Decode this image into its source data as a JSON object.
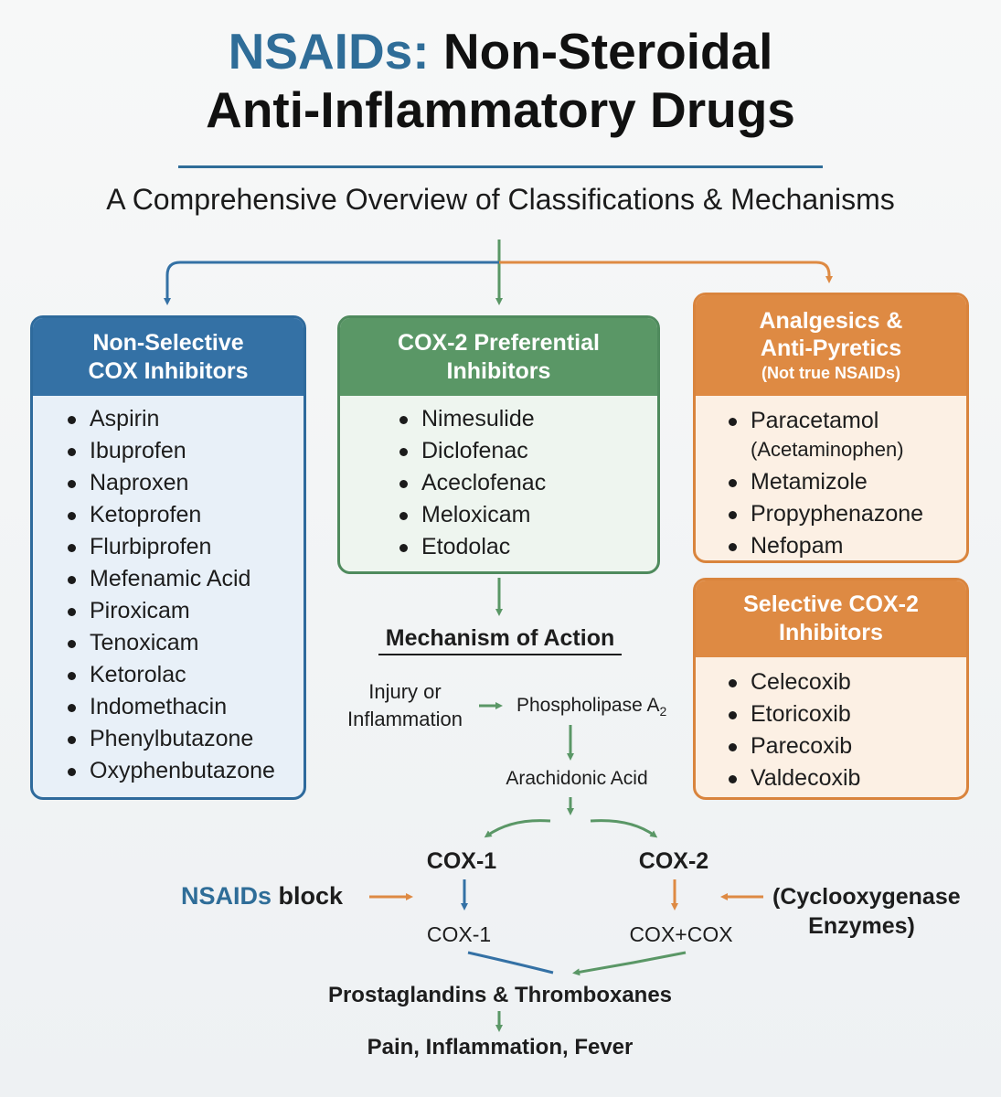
{
  "header": {
    "title_highlight": "NSAIDs:",
    "title_line1_rest": " Non-Steroidal",
    "title_line2": "Anti-Inflammatory Drugs",
    "subtitle": "A Comprehensive Overview of Classifications & Mechanisms"
  },
  "colors": {
    "blue": "#3471a5",
    "green": "#5a9766",
    "orange": "#de8a43"
  },
  "classes": {
    "non_selective": {
      "title_line1": "Non-Selective",
      "title_line2": "COX Inhibitors",
      "items": [
        "Aspirin",
        "Ibuprofen",
        "Naproxen",
        "Ketoprofen",
        "Flurbiprofen",
        "Mefenamic Acid",
        "Piroxicam",
        "Tenoxicam",
        "Ketorolac",
        "Indomethacin",
        "Phenylbutazone",
        "Oxyphenbutazone"
      ]
    },
    "cox2_preferential": {
      "title_line1": "COX-2 Preferential",
      "title_line2": "Inhibitors",
      "items": [
        "Nimesulide",
        "Diclofenac",
        "Aceclofenac",
        "Meloxicam",
        "Etodolac"
      ]
    },
    "analgesics": {
      "title_line1": "Analgesics &",
      "title_line2": "Anti-Pyretics",
      "note": "(Not true NSAIDs)",
      "item1": "Paracetamol",
      "item1_sub": "(Acetaminophen)",
      "items": [
        "Metamizole",
        "Propyphenazone",
        "Nefopam"
      ]
    },
    "selective_cox2": {
      "title_line1": "Selective COX-2",
      "title_line2": "Inhibitors",
      "items": [
        "Celecoxib",
        "Etoricoxib",
        "Parecoxib",
        "Valdecoxib"
      ]
    }
  },
  "mechanism": {
    "title": "Mechanism of Action",
    "injury_line1": "Injury or",
    "injury_line2": "Inflammation",
    "phospholipase": "Phospholipase A",
    "phospholipase_sub": "2",
    "arachidonic": "Arachidonic Acid",
    "cox1": "COX-1",
    "cox2": "COX-2",
    "nsaids_block_hl": "NSAIDs",
    "nsaids_block_rest": " block",
    "enzymes_line1": "(Cyclooxygenase",
    "enzymes_line2": "Enzymes)",
    "cox1_out": "COX-1",
    "cox2_out": "COX+COX",
    "prostaglandins": "Prostaglandins & Thromboxanes",
    "outcome": "Pain, Inflammation, Fever"
  }
}
